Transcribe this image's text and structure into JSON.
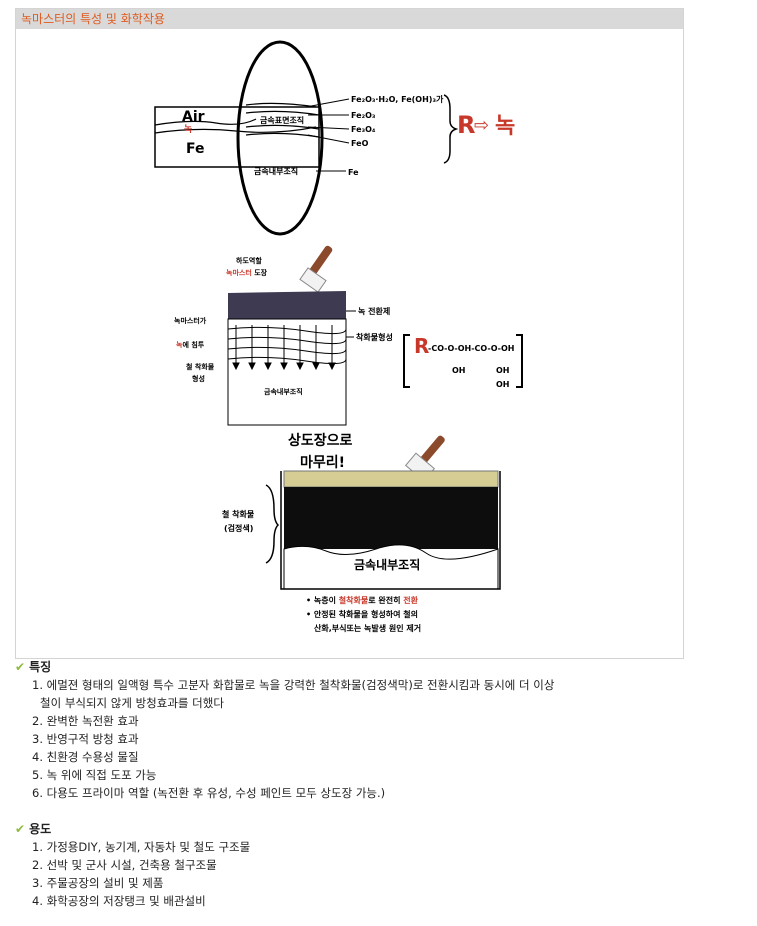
{
  "panel": {
    "title": "녹마스터의 특성 및 화학작용"
  },
  "diagram": {
    "air": "Air",
    "rust": "녹",
    "fe": "Fe",
    "surface_layer": "금속표면조직",
    "inner_layer": "금속내부조직",
    "oxides": [
      "Fe₂O₃·H₂O, Fe(OH)₃가",
      "Fe₂O₃",
      "Fe₃O₄",
      "FeO"
    ],
    "fe_label": "Fe",
    "r_to_rust": [
      "R",
      "⇨",
      "녹"
    ],
    "primer_role": "하도역할",
    "primer_brand": "녹마스터",
    "primer_coat": " 도장",
    "penetrates_a": "녹마스터가",
    "penetrates_b": "녹",
    "penetrates_c": "에 침투",
    "iron_complex_a": "철 착화물",
    "iron_complex_b": "형성",
    "inner_layer2": "금속내부조직",
    "rust_converter": "녹 전환제",
    "complex_formation": "착화물형성",
    "formula_r": "R",
    "formula_chain": "-CO-O-OH-CO-O-OH",
    "formula_oh": [
      "OH",
      "OH",
      "OH"
    ],
    "top_coat_a": "상도장으로",
    "top_coat_b": "마무리!",
    "iron_complex_side_a": "철 착화물",
    "iron_complex_side_b": "(검정색)",
    "inner_layer3": "금속내부조직",
    "note1": {
      "a": "• 녹층이 ",
      "b": "철착화물",
      "c": "로 완전히 ",
      "d": "전환"
    },
    "note2": "• 안정된 착화물을 형성하여 철의",
    "note3": "산화,부식또는 녹발생 원인 제거"
  },
  "features": {
    "heading": "특징",
    "items": [
      {
        "text": "1. 에멀젼 형태의 일액형 특수 고분자 화합물로 녹을 강력한 철착화물(검정색막)로 전환시킴과 동시에 더 이상",
        "cont": "철이 부식되지 않게 방청효과를 더했다"
      },
      {
        "text": "2. 완벽한 녹전환 효과"
      },
      {
        "text": "3. 반영구적 방청 효과"
      },
      {
        "text": "4. 친환경 수용성 물질"
      },
      {
        "text": "5. 녹 위에 직접 도포 가능"
      },
      {
        "text": "6. 다용도 프라이마 역할 (녹전환 후 유성, 수성 페인트 모두 상도장 가능.)"
      }
    ]
  },
  "uses": {
    "heading": "용도",
    "items": [
      {
        "text": "1. 가정용DIY, 농기계, 자동차 및 철도 구조물"
      },
      {
        "text": "2. 선박 및 군사 시설, 건축용 철구조물"
      },
      {
        "text": "3. 주물공장의 설비 및 제품"
      },
      {
        "text": "4. 화학공장의 저장탱크 및 배관설비"
      }
    ]
  },
  "colors": {
    "accent": "#e05a1e",
    "rust_red": "#c8382a",
    "check": "#8dbb3c"
  }
}
